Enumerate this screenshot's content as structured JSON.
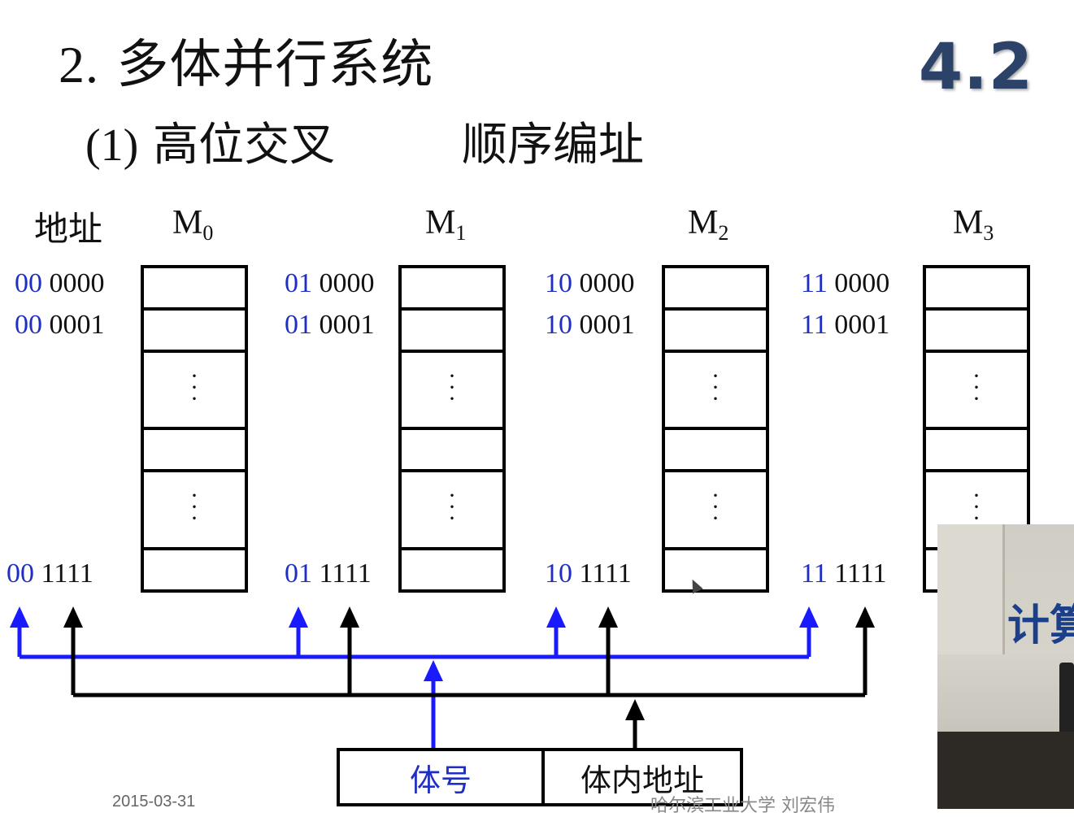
{
  "title": {
    "num": "2.",
    "text": "多体并行系统"
  },
  "section_no": "4.2",
  "subtitle": {
    "paren": "(1)",
    "left": "高位交叉",
    "right": "顺序编址"
  },
  "addr_header": "地址",
  "banks": [
    {
      "name": "M",
      "sub": "0",
      "hi": "00",
      "rows": [
        "0000",
        "0001",
        "1111"
      ]
    },
    {
      "name": "M",
      "sub": "1",
      "hi": "01",
      "rows": [
        "0000",
        "0001",
        "1111"
      ]
    },
    {
      "name": "M",
      "sub": "2",
      "hi": "10",
      "rows": [
        "0000",
        "0001",
        "1111"
      ]
    },
    {
      "name": "M",
      "sub": "3",
      "hi": "11",
      "rows": [
        "0000",
        "0001",
        "1111"
      ]
    }
  ],
  "register": {
    "bank_field": "体号",
    "offset_field": "体内地址"
  },
  "footer": {
    "date": "2015-03-31",
    "credit": "哈尔滨工业大学 刘宏伟"
  },
  "video_overlay": {
    "sign_text": "计算"
  },
  "colors": {
    "blue_line": "#1a1aff",
    "black_line": "#000000",
    "hi_addr": "#1f2fc2",
    "section_no": "#2c4268"
  }
}
